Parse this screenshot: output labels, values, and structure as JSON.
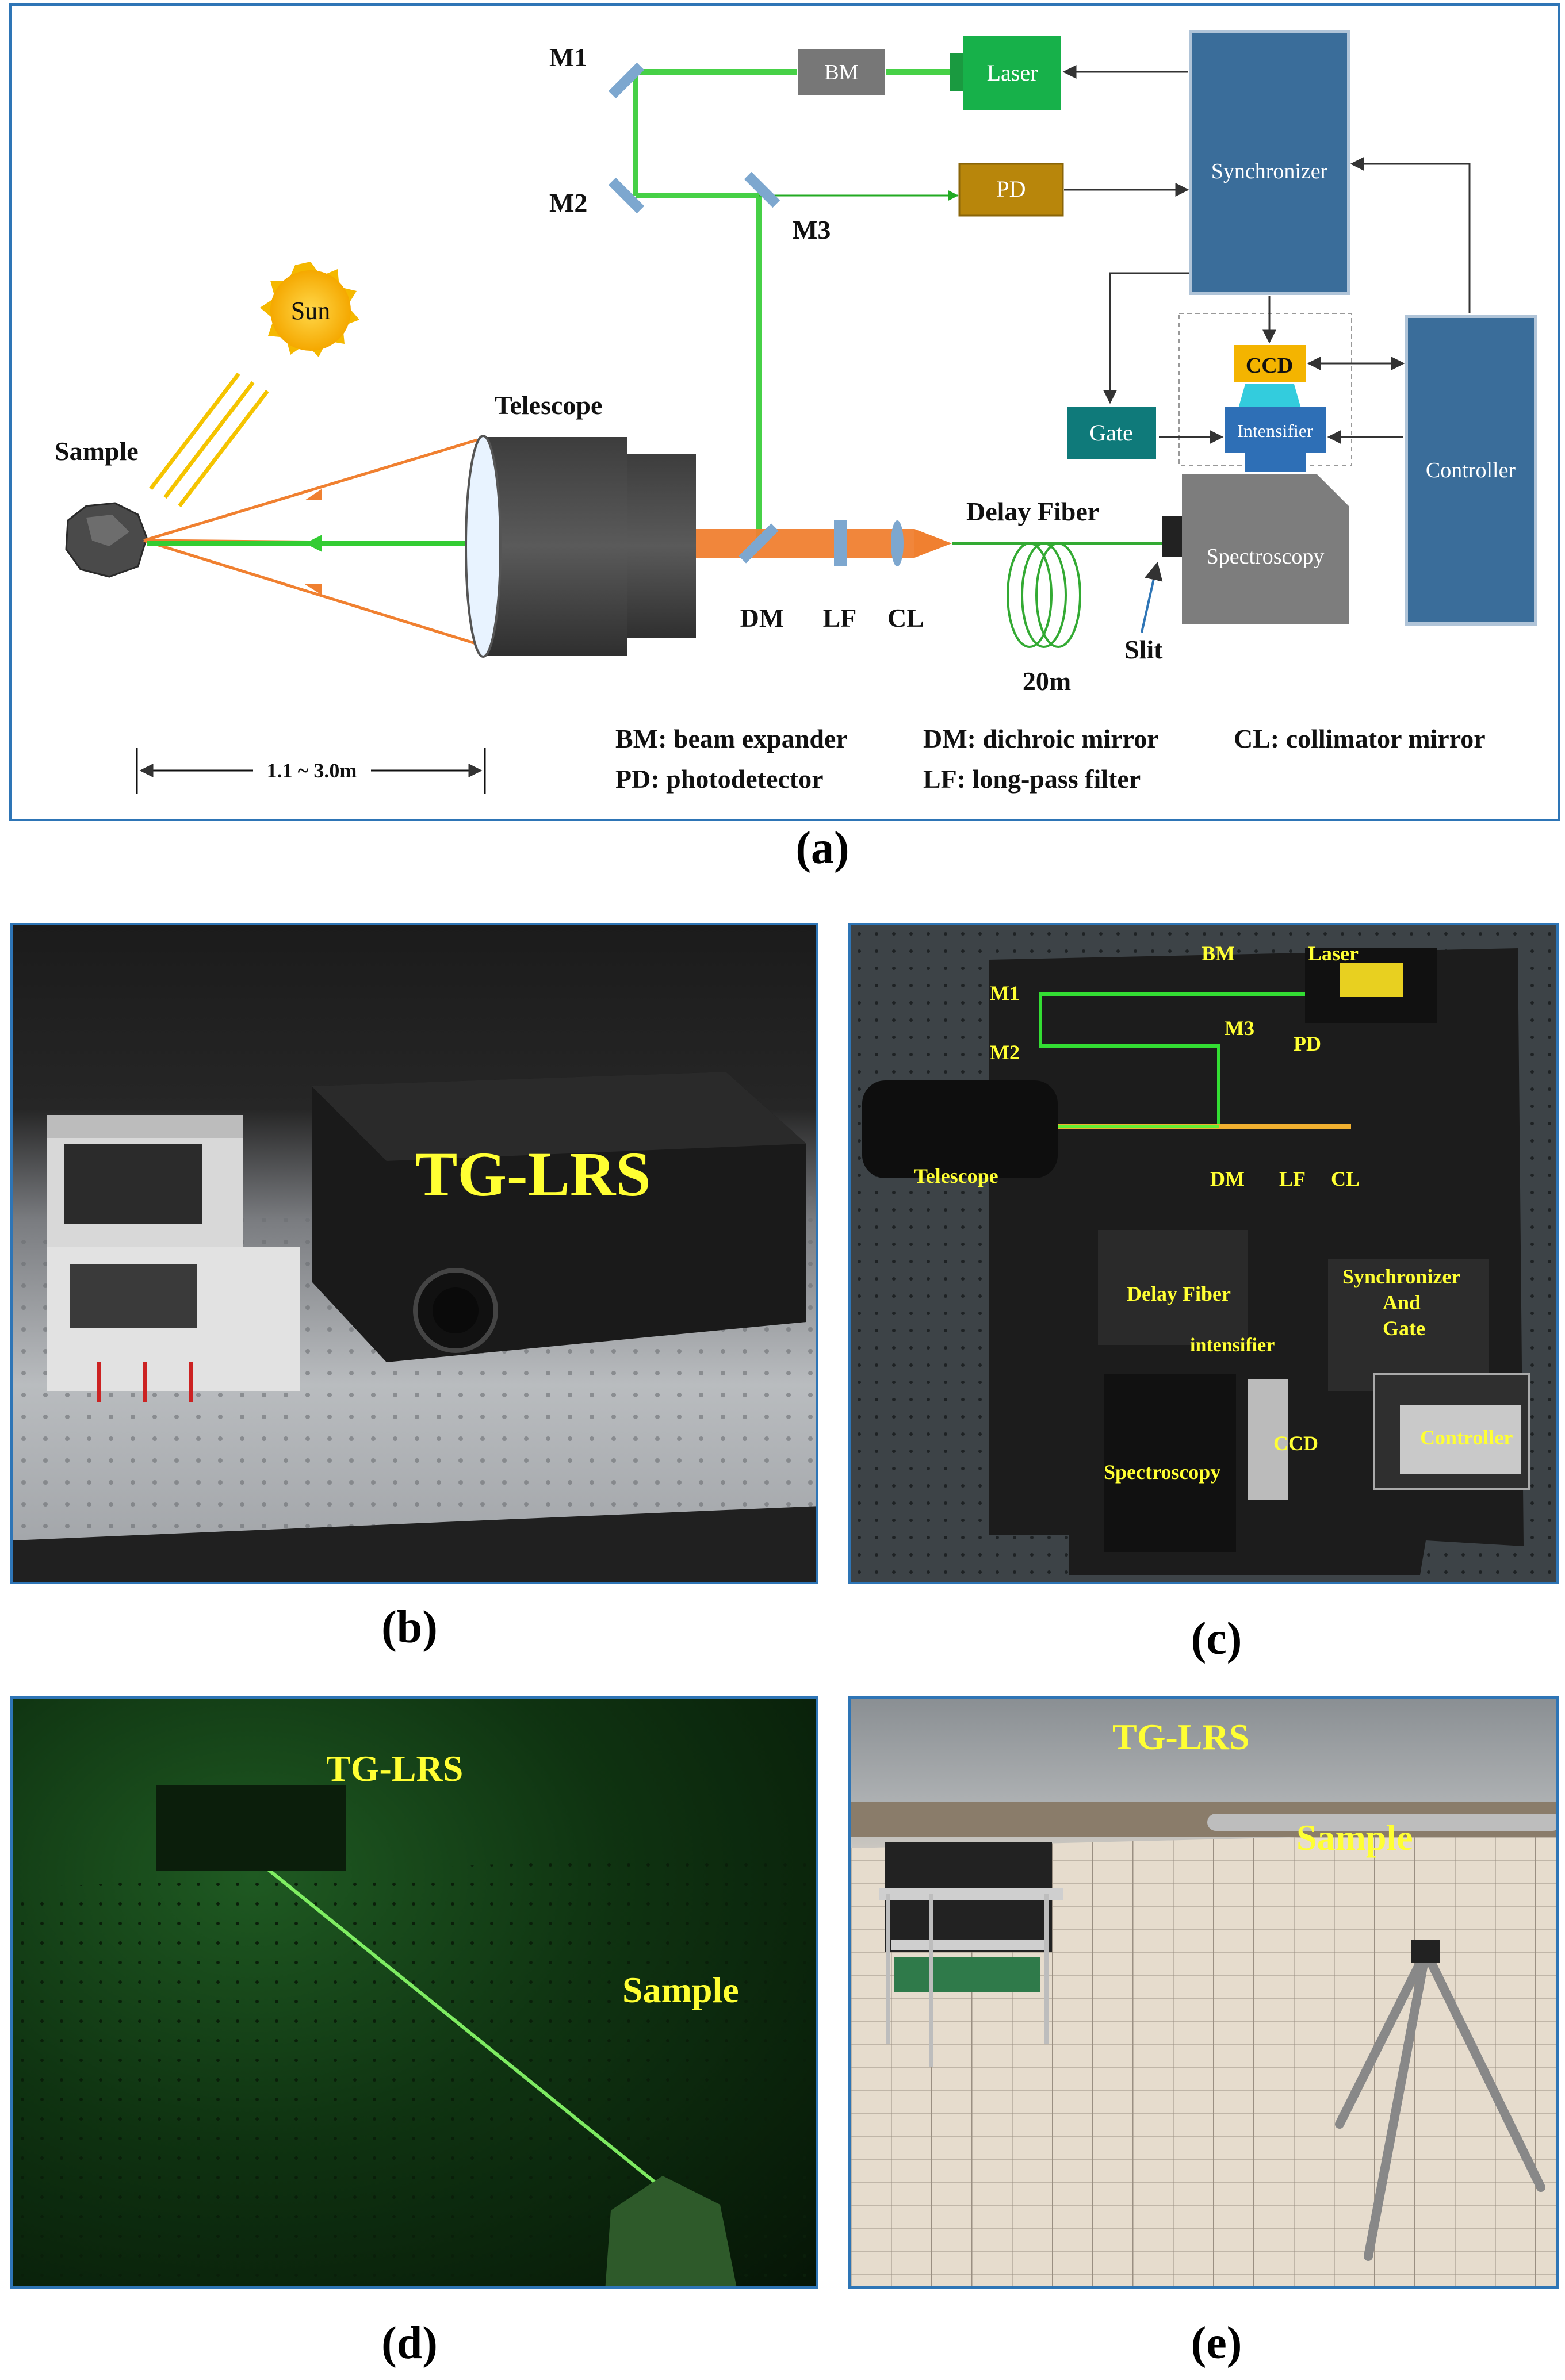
{
  "panel_a": {
    "label": "(a)",
    "components": {
      "m1": "M1",
      "m2": "M2",
      "m3": "M3",
      "bm": "BM",
      "laser": "Laser",
      "pd": "PD",
      "synchronizer": "Synchronizer",
      "ccd": "CCD",
      "intensifier": "Intensifier",
      "gate": "Gate",
      "controller": "Controller",
      "spectroscopy": "Spectroscopy",
      "sun": "Sun",
      "sample": "Sample",
      "telescope": "Telescope",
      "dm": "DM",
      "lf": "LF",
      "cl": "CL",
      "delay_fiber": "Delay Fiber",
      "fiber_length": "20m",
      "slit": "Slit",
      "distance": "1.1 ~ 3.0m"
    },
    "legend": {
      "bm": "BM: beam expander",
      "pd": "PD: photodetector",
      "dm": "DM: dichroic mirror",
      "lf": "LF: long-pass filter",
      "cl": "CL: collimator mirror"
    }
  },
  "panel_b": {
    "label": "(b)",
    "tag": "TG-LRS"
  },
  "panel_c": {
    "label": "(c)",
    "tags": {
      "bm": "BM",
      "laser": "Laser",
      "m1": "M1",
      "m2": "M2",
      "m3": "M3",
      "pd": "PD",
      "telescope": "Telescope",
      "dm": "DM",
      "lf": "LF",
      "cl": "CL",
      "delay_fiber": "Delay Fiber",
      "synchronizer": "Synchronizer",
      "and": "And",
      "gate": "Gate",
      "intensifier": "intensifier",
      "ccd": "CCD",
      "spectroscopy": "Spectroscopy",
      "controller": "Controller"
    }
  },
  "panel_d": {
    "label": "(d)",
    "tags": {
      "tg_lrs": "TG-LRS",
      "sample": "Sample"
    }
  },
  "panel_e": {
    "label": "(e)",
    "tags": {
      "tg_lrs": "TG-LRS",
      "sample": "Sample"
    }
  },
  "colors": {
    "frame": "#2e75b6",
    "box_blue": "#3a6d9a",
    "laser_green": "#17b14a",
    "pd_gold": "#b8860b",
    "gate_teal": "#0f7a7a",
    "ccd_orange": "#f4b400",
    "beam_green": "#33cc33",
    "beam_orange": "#f08030",
    "photo_label": "#ffff33"
  }
}
